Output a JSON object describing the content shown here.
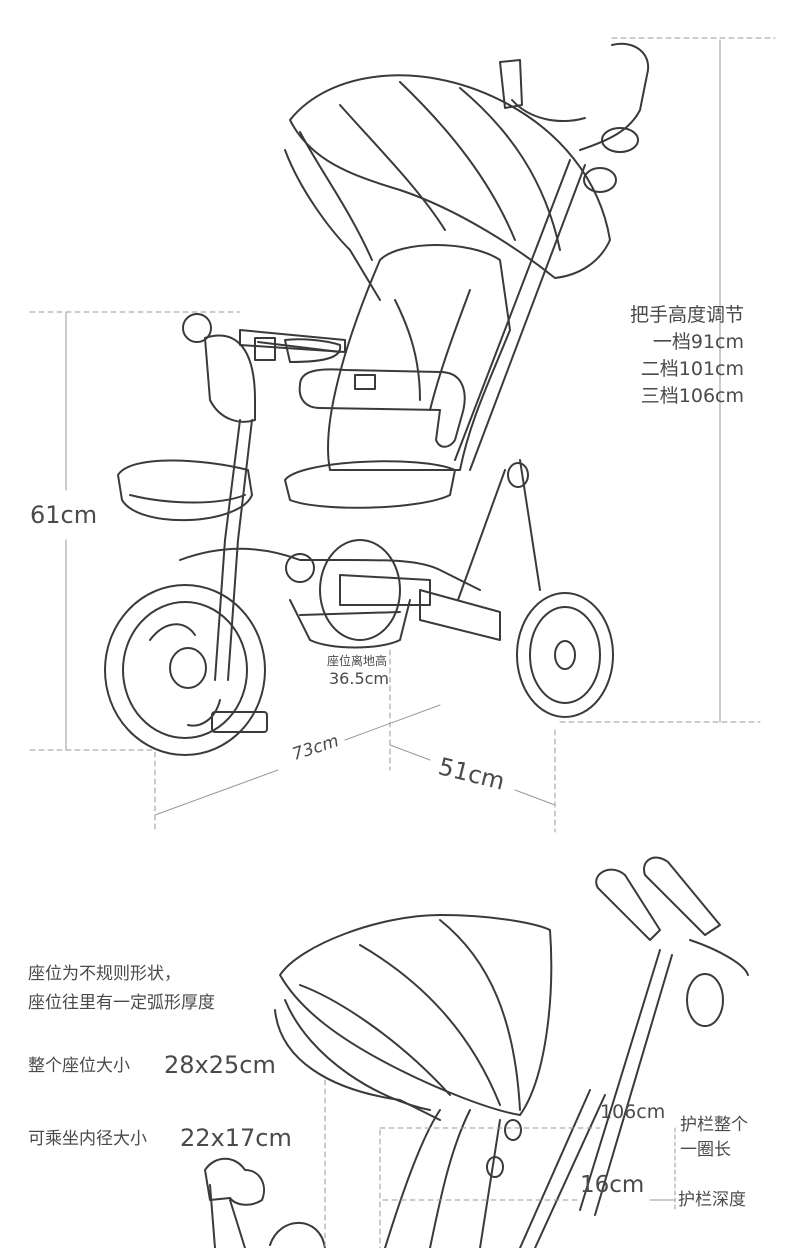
{
  "top_diagram": {
    "handle_height": {
      "title": "把手高度调节",
      "levels": [
        "一档91cm",
        "二档101cm",
        "三档106cm"
      ]
    },
    "height_label": "61cm",
    "seat_height_title": "座位离地高",
    "seat_height_value": "36.5cm",
    "length_label": "73cm",
    "width_label": "51cm"
  },
  "bottom_diagram": {
    "seat_note_line1": "座位为不规则形状，",
    "seat_note_line2": "座位往里有一定弧形厚度",
    "seat_size_title": "整个座位大小",
    "seat_size_value": "28x25cm",
    "inner_size_title": "可乘坐内径大小",
    "inner_size_value": "22x17cm",
    "guardrail_length_value": "106cm",
    "guardrail_length_title_line1": "护栏整个",
    "guardrail_length_title_line2": "一圈长",
    "guardrail_depth_value": "16cm",
    "guardrail_depth_title": "护栏深度"
  }
}
